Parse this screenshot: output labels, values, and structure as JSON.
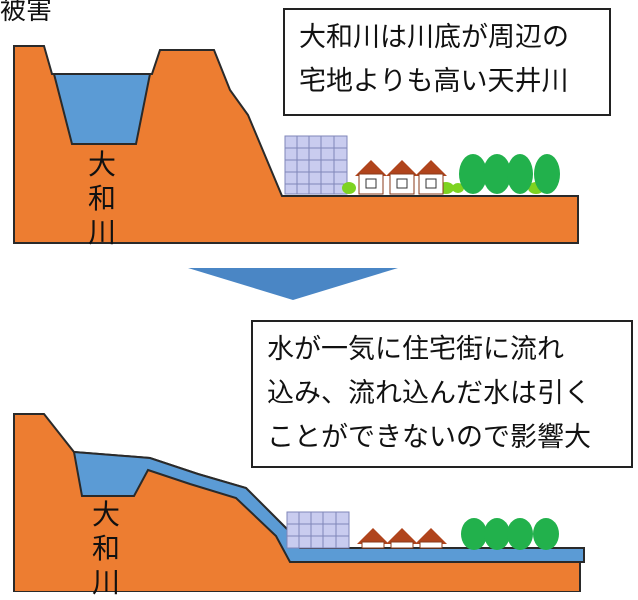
{
  "header_text": "被害",
  "top_panel": {
    "callout_lines": [
      "大和川は川底が周辺の",
      "宅地よりも高い天井川"
    ],
    "river_label": [
      "大",
      "和",
      "川"
    ]
  },
  "bottom_panel": {
    "callout_lines": [
      "水が一気に住宅街に流れ",
      "込み、流れ込んだ水は引く",
      "ことができないので影響大"
    ],
    "river_label": [
      "大",
      "和",
      "川"
    ]
  },
  "colors": {
    "earth": "#ED7D31",
    "earth_outline": "#1F1F1F",
    "water": "#5B9BD5",
    "arrow": "#4A86C5",
    "house_roof": "#B0441C",
    "tree_green": "#22B14C",
    "building": "#C9CCEF"
  },
  "icons": [
    "apartment-building-icon",
    "house-icon",
    "tree-icon",
    "shrub-icon"
  ]
}
